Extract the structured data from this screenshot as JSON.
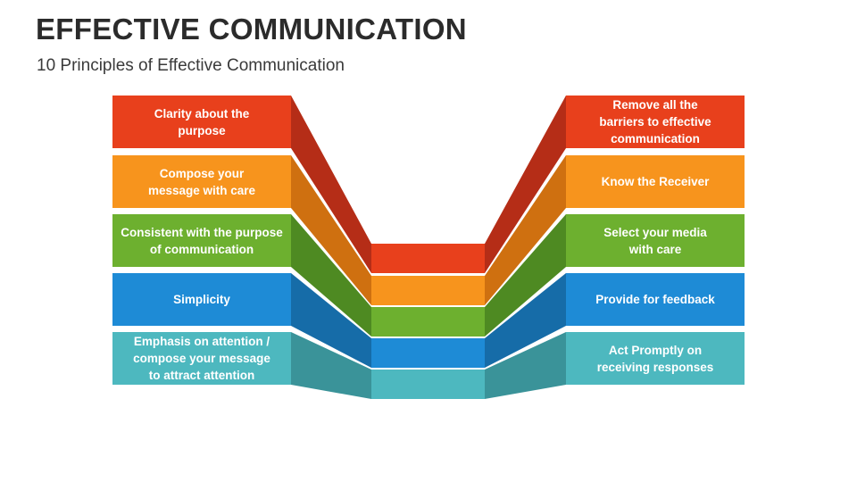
{
  "header": {
    "title": "EFFECTIVE COMMUNICATION",
    "subtitle": "10 Principles of Effective Communication"
  },
  "principles": {
    "left": [
      {
        "text": "Clarity about the\npurpose",
        "color": "#E8401C"
      },
      {
        "text": "Compose your\nmessage with care",
        "color": "#F7941D"
      },
      {
        "text": "Consistent with the purpose\nof communication",
        "color": "#6DB02F"
      },
      {
        "text": "Simplicity",
        "color": "#1E8BD6"
      },
      {
        "text": "Emphasis on attention /\ncompose your message\nto attract attention",
        "color": "#4DB8BF"
      }
    ],
    "right": [
      {
        "text": "Remove all the\nbarriers to effective\ncommunication",
        "color": "#E8401C"
      },
      {
        "text": "Know the Receiver",
        "color": "#F7941D"
      },
      {
        "text": "Select your media\nwith care",
        "color": "#6DB02F"
      },
      {
        "text": "Provide for feedback",
        "color": "#1E8BD6"
      },
      {
        "text": "Act Promptly on\nreceiving responses",
        "color": "#4DB8BF"
      }
    ],
    "dark_colors": [
      "#B52D17",
      "#CF7010",
      "#4E8A22",
      "#166CA8",
      "#3A9399"
    ]
  }
}
